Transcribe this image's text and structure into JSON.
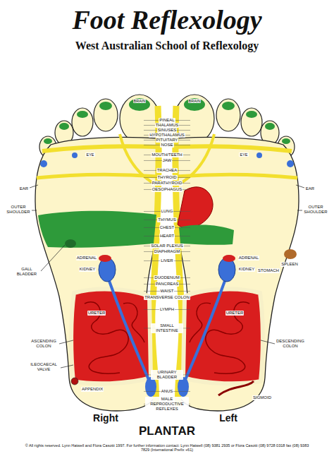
{
  "diagram": {
    "title": "Foot Reflexology",
    "labels": [
      "West Australian School of Reflexology",
      "PINEAL",
      "THALAMUS",
      "SINUSES",
      "HYPOTHALAMUS",
      "PITUITARY",
      "NOSE",
      "MOUTH/TEETH",
      "JAW",
      "TRACHEA",
      "THYROID",
      "PARATHYROID",
      "OESOPHAGUS",
      "LUNG",
      "THYMUS",
      "CHEST",
      "HEART",
      "SOLAR PLEXUS",
      "DIAPHRAGM",
      "LIVER",
      "DUODENUM",
      "PANCREAS",
      "WAIST",
      "TRANSVERSE COLON",
      "LYMPH",
      "SMALL INTESTINE",
      "URINARY BLADDER",
      "ANUS",
      "MALE REPRODUCTIVE REFLEXES",
      "BRAIN",
      "EYE",
      "EAR",
      "OUTER SHOULDER",
      "GALL BLADDER",
      "ADRENAL",
      "KIDNEY",
      "URETER",
      "ASCENDING COLON",
      "ILEOCAECAL VALVE",
      "APPENDIX",
      "BRAIN",
      "EYE",
      "EAR",
      "OUTER SHOULDER",
      "SPLEEN",
      "ADRENAL",
      "KIDNEY",
      "STOMACH",
      "URETER",
      "DESCENDING COLON",
      "SIGMOID",
      "Right",
      "Left",
      "PLANTAR",
      "© All rights reserved. Lynn Hatwell and Flora Casotti 1997. For further information contact: Lynn Hatwell (08) 9381 2935 or Flora Casotti (08) 9728 0318 fax (08) 9383 7829 (International Prefix +61)"
    ]
  }
}
